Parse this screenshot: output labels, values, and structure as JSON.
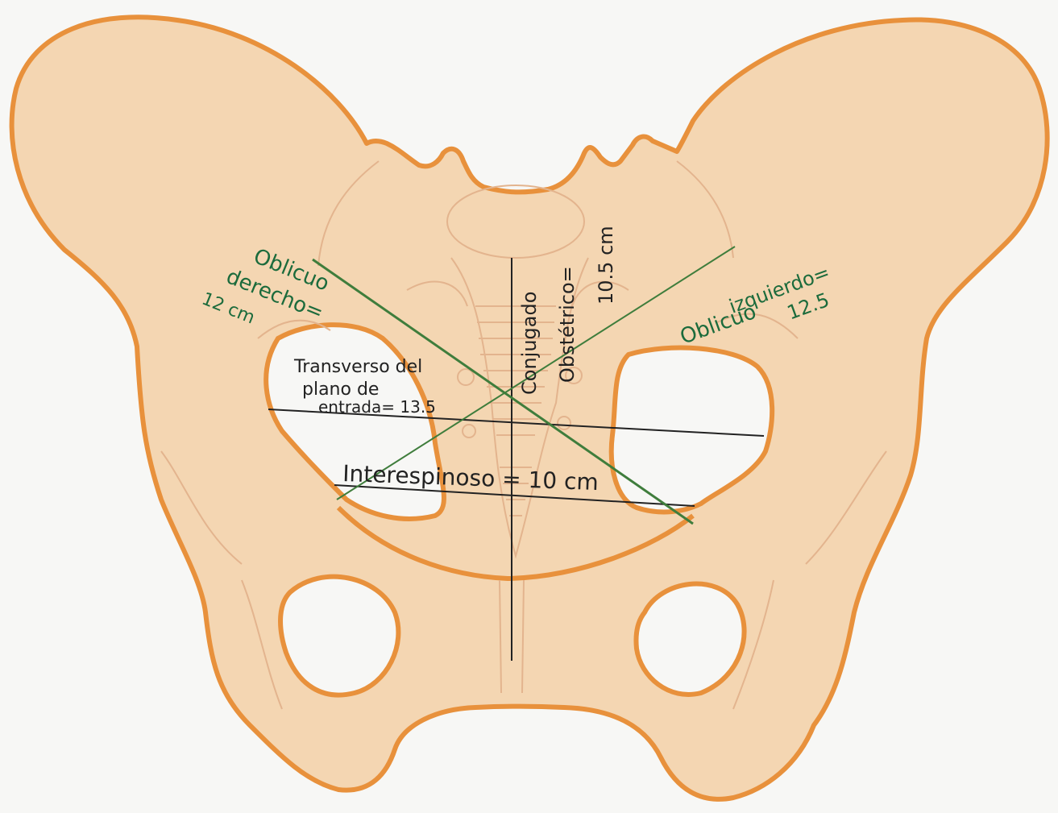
{
  "colors": {
    "bone_fill": "#f4d6b2",
    "bone_outline": "#e8913c",
    "inner_sketch": "#e3b48e",
    "background": "#f7f7f5",
    "black_line": "#222222",
    "green_line": "#3f7d3c",
    "green_text": "#1c6b3c"
  },
  "labels": {
    "oblicuo_derecho": [
      "Oblicuo",
      "derecho=",
      "12 cm"
    ],
    "oblicuo_izquierdo": [
      "Oblicuo",
      "izquierdo=",
      "12.5"
    ],
    "conjugado": [
      "Conjugado",
      "Obstétrico=",
      "10.5 cm"
    ],
    "transverso": [
      "Transverso  del",
      "plano  de",
      "entrada= 13.5"
    ],
    "interespinoso": "Interespinoso = 10 cm"
  }
}
